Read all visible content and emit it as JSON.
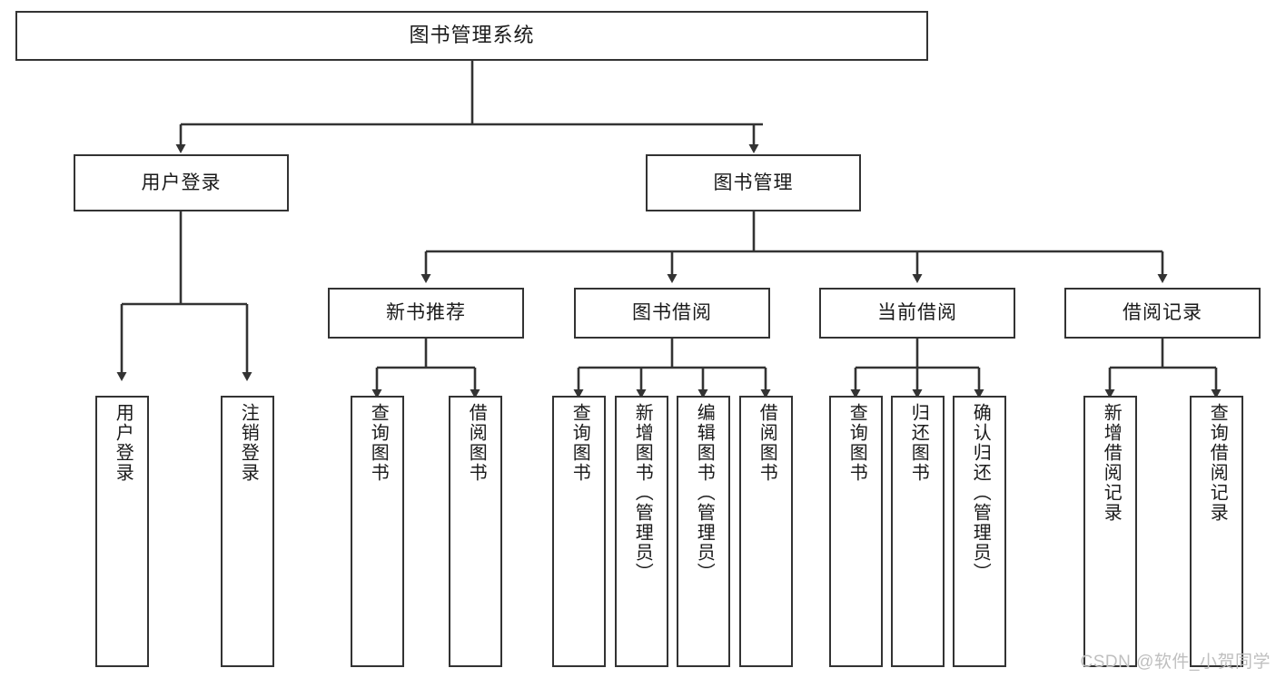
{
  "diagram": {
    "title": "图书管理系统",
    "type": "tree-hierarchy-chart",
    "watermark": "CSDN @软件_小贺同学",
    "colors": {
      "box_border": "#333333",
      "box_fill": "#ffffff",
      "edge": "#333333",
      "text": "#1a1a1a",
      "watermark": "#bfbfbf",
      "background": "#ffffff"
    },
    "nodes": {
      "root": {
        "label": "图书管理系统",
        "level": 0
      },
      "user_login": {
        "label": "用户登录",
        "level": 1
      },
      "book_manage": {
        "label": "图书管理",
        "level": 1
      },
      "new_book_rec": {
        "label": "新书推荐",
        "level": 2
      },
      "book_borrow": {
        "label": "图书借阅",
        "level": 2
      },
      "current_borrow": {
        "label": "当前借阅",
        "level": 2
      },
      "borrow_record": {
        "label": "借阅记录",
        "level": 2
      },
      "leaf_user_login": {
        "label": "用户登录",
        "level": 3
      },
      "leaf_logout": {
        "label": "注销登录",
        "level": 3
      },
      "leaf_query_book_1": {
        "label": "查询图书",
        "level": 3
      },
      "leaf_borrow_book_1": {
        "label": "借阅图书",
        "level": 3
      },
      "leaf_query_book_2": {
        "label": "查询图书",
        "level": 3
      },
      "leaf_add_book": {
        "label": "新增图书（管理员）",
        "level": 3
      },
      "leaf_edit_book": {
        "label": "编辑图书（管理员）",
        "level": 3
      },
      "leaf_borrow_book_2": {
        "label": "借阅图书",
        "level": 3
      },
      "leaf_query_book_3": {
        "label": "查询图书",
        "level": 3
      },
      "leaf_return_book": {
        "label": "归还图书",
        "level": 3
      },
      "leaf_confirm_return": {
        "label": "确认归还（管理员）",
        "level": 3
      },
      "leaf_add_record": {
        "label": "新增借阅记录",
        "level": 3
      },
      "leaf_query_record": {
        "label": "查询借阅记录",
        "level": 3
      }
    }
  },
  "chart_data": {
    "type": "table",
    "title": "图书管理系统",
    "hierarchy": [
      {
        "label": "图书管理系统",
        "children": [
          {
            "label": "用户登录",
            "children": [
              {
                "label": "用户登录"
              },
              {
                "label": "注销登录"
              }
            ]
          },
          {
            "label": "图书管理",
            "children": [
              {
                "label": "新书推荐",
                "children": [
                  {
                    "label": "查询图书"
                  },
                  {
                    "label": "借阅图书"
                  }
                ]
              },
              {
                "label": "图书借阅",
                "children": [
                  {
                    "label": "查询图书"
                  },
                  {
                    "label": "新增图书（管理员）"
                  },
                  {
                    "label": "编辑图书（管理员）"
                  },
                  {
                    "label": "借阅图书"
                  }
                ]
              },
              {
                "label": "当前借阅",
                "children": [
                  {
                    "label": "查询图书"
                  },
                  {
                    "label": "归还图书"
                  },
                  {
                    "label": "确认归还（管理员）"
                  }
                ]
              },
              {
                "label": "借阅记录",
                "children": [
                  {
                    "label": "新增借阅记录"
                  },
                  {
                    "label": "查询借阅记录"
                  }
                ]
              }
            ]
          }
        ]
      }
    ]
  }
}
